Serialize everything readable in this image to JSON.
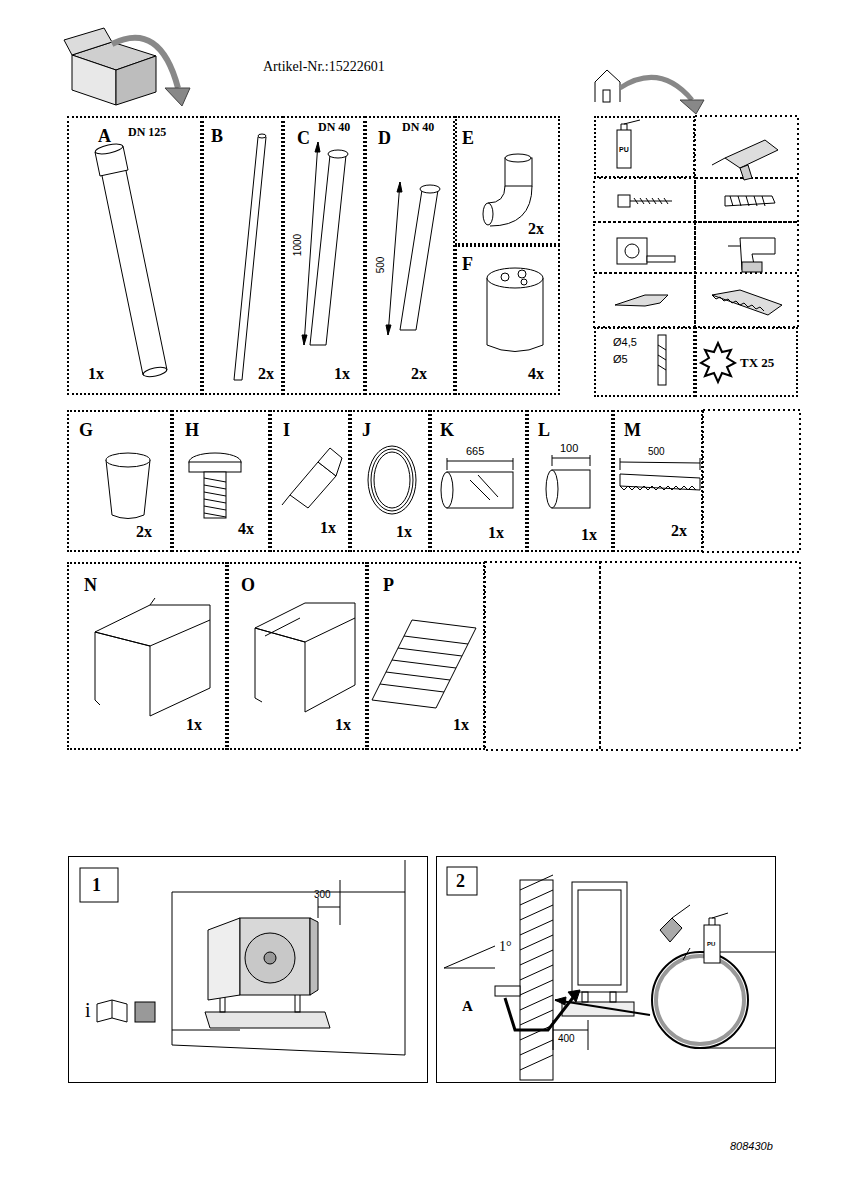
{
  "diagram": {
    "nodes": [
      {
        "text": [
          "A",
          "DN 125",
          "1x"
        ]
      },
      {
        "text": [
          "B",
          "2x"
        ]
      },
      {
        "text": [
          "C",
          "DN 40",
          "1000",
          "1x"
        ]
      },
      {
        "text": [
          "D",
          "DN 40",
          "500",
          "2x"
        ]
      },
      {
        "text": [
          "E",
          "2x"
        ]
      },
      {
        "text": [
          "F",
          "4x"
        ]
      },
      {
        "text": [
          "PU"
        ]
      },
      {
        "text": [
          "Ø4,5",
          "Ø5"
        ]
      },
      {
        "text": [
          "TX 25"
        ]
      },
      {
        "text": [
          "G",
          "2x"
        ]
      },
      {
        "text": [
          "H",
          "4x"
        ]
      },
      {
        "text": [
          "I",
          "1x"
        ]
      },
      {
        "text": [
          "J",
          "1x"
        ]
      },
      {
        "text": [
          "K",
          "665",
          "1x"
        ]
      },
      {
        "text": [
          "L",
          "100",
          "1x"
        ]
      },
      {
        "text": [
          "M",
          "500",
          "2x"
        ]
      },
      {
        "text": [
          "N",
          "1x"
        ]
      },
      {
        "text": [
          "O",
          "1x"
        ]
      },
      {
        "text": [
          "P",
          "1x"
        ]
      },
      {
        "text": [
          "1",
          "300",
          "i"
        ]
      },
      {
        "text": [
          "2",
          "1°",
          "A",
          "400",
          "PU"
        ]
      }
    ],
    "labels": [
      "Artikel-Nr.:15222601",
      "808430b"
    ]
  }
}
